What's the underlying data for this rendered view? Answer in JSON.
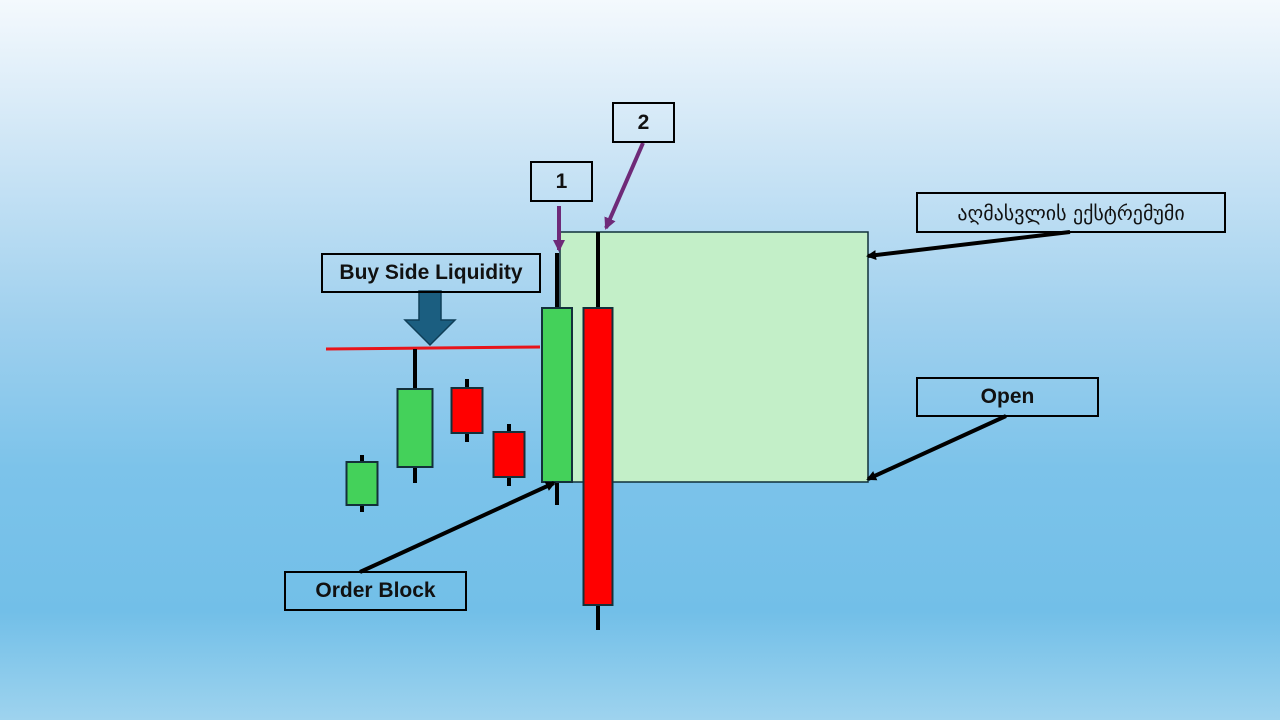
{
  "labels": {
    "buy_side_liquidity": "Buy Side Liquidity",
    "order_block": "Order Block",
    "marker_1": "1",
    "marker_2": "2",
    "extreme": "აღმასვლის ექსტრემუმი",
    "open": "Open"
  },
  "colors": {
    "bull": "#44d15a",
    "bear": "#ff0000",
    "zone": "#c3efc8",
    "liquidity_line": "#e8141a",
    "purple_arrow": "#6e2a78",
    "down_arrow": "#1b5e80"
  },
  "candles": [
    {
      "type": "bull",
      "open": 505,
      "close": 462,
      "high": 455,
      "low": 512
    },
    {
      "type": "bull",
      "open": 467,
      "close": 389,
      "high": 349,
      "low": 483
    },
    {
      "type": "bear",
      "open": 388,
      "close": 433,
      "high": 379,
      "low": 442
    },
    {
      "type": "bear",
      "open": 432,
      "close": 477,
      "high": 424,
      "low": 486
    },
    {
      "type": "bull",
      "open": 482,
      "close": 308,
      "high": 253,
      "low": 505
    },
    {
      "type": "bear",
      "open": 308,
      "close": 605,
      "high": 232,
      "low": 630
    }
  ]
}
